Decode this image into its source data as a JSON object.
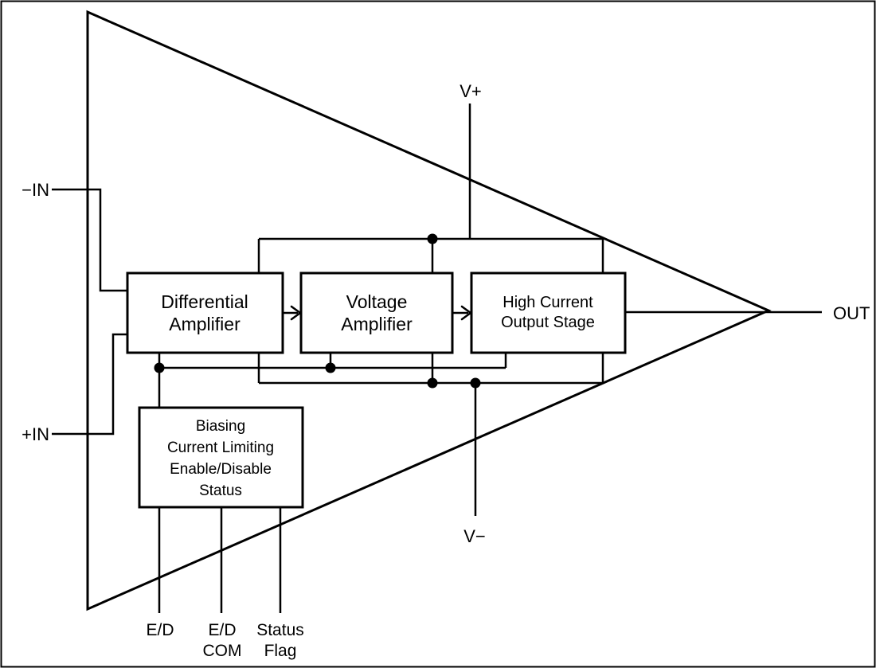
{
  "diagram": {
    "type": "functional-block-diagram",
    "subject": "operational-amplifier-internal-structure",
    "colors": {
      "line": "#000000",
      "background": "#ffffff"
    },
    "blocks": {
      "differential_amplifier": {
        "line1": "Differential",
        "line2": "Amplifier"
      },
      "voltage_amplifier": {
        "line1": "Voltage",
        "line2": "Amplifier"
      },
      "high_current_output_stage": {
        "line1": "High Current",
        "line2": "Output Stage"
      },
      "biasing": {
        "line1": "Biasing",
        "line2": "Current Limiting",
        "line3": "Enable/Disable",
        "line4": "Status"
      }
    },
    "pins": {
      "inverting_input": "−IN",
      "noninverting_input": "+IN",
      "positive_supply": "V+",
      "negative_supply": "V−",
      "output": "OUT",
      "enable_disable": "E/D",
      "enable_disable_common": {
        "line1": "E/D",
        "line2": "COM"
      },
      "status_flag": {
        "line1": "Status",
        "line2": "Flag"
      }
    }
  }
}
